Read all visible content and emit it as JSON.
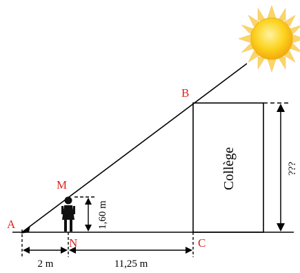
{
  "points": {
    "A": "A",
    "B": "B",
    "C": "C",
    "M": "M",
    "N": "N"
  },
  "labels": {
    "building": "Collège",
    "person_height": "1,60 m",
    "dist_AN": "2 m",
    "dist_NC": "11,25 m",
    "unknown_height": "???"
  },
  "colors": {
    "point_labels": "#e0201e",
    "sun_fill": "#fcd21c",
    "sun_rays": "#fbd46a",
    "lines": "#000000"
  },
  "icons": {
    "sun": "sun-icon",
    "person": "person-icon"
  }
}
